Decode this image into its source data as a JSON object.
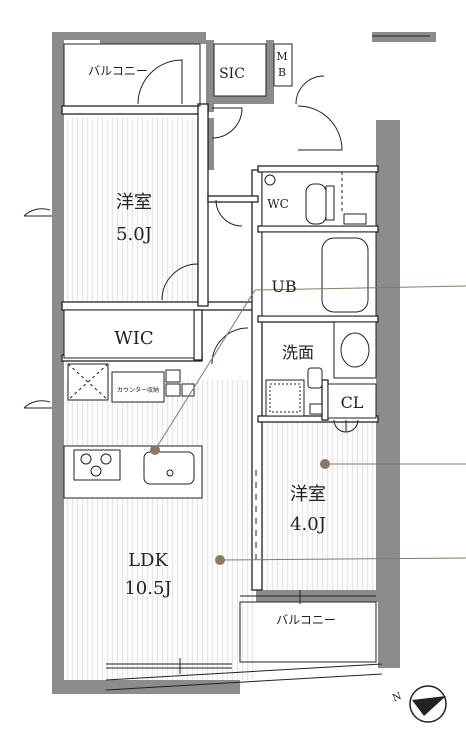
{
  "rooms": {
    "balcony_top": "バルコニー",
    "sic": "SIC",
    "mb": "M\nB",
    "western_1": {
      "name": "洋室",
      "size": "5.0J"
    },
    "wc": "WC",
    "ub": "UB",
    "wic": "WIC",
    "washroom": "洗面",
    "counter_storage": "カウンター収納",
    "cl": "CL",
    "western_2": {
      "name": "洋室",
      "size": "4.0J"
    },
    "ldk": {
      "name": "LDK",
      "size": "10.5J"
    },
    "balcony_bottom": "バルコニー"
  },
  "compass": {
    "label": "N"
  },
  "colors": {
    "wall": "#8c8c8c",
    "floor_stripe": "#e9e9e9",
    "floor": "#fbfbfb",
    "tile": "#ffffff",
    "leader": "#8b7a5e"
  }
}
